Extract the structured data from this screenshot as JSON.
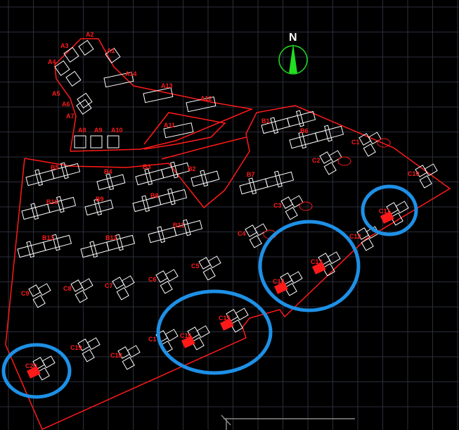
{
  "drawing": {
    "north_label": "N",
    "colors": {
      "background": "#000000",
      "grid": "#2b2e3c",
      "boundary": "#ff1a1a",
      "building": "#ffffff",
      "highlight_fill": "#ff1a1a",
      "annotation_circle": "#1e90e6",
      "north_arrow": "#22dd22"
    },
    "zone_a": [
      "A1",
      "A2",
      "A3",
      "A4",
      "A5",
      "A6",
      "A7",
      "A8",
      "A9",
      "A10",
      "A11",
      "A12",
      "A13",
      "A14"
    ],
    "zone_b": [
      "B1",
      "B2",
      "B3",
      "B4",
      "B5",
      "B6",
      "B7",
      "B8",
      "B9",
      "B10",
      "B11",
      "B12",
      "B13"
    ],
    "zone_c": [
      "C1",
      "C2",
      "C3",
      "C4",
      "C5",
      "C6",
      "C7",
      "C8",
      "C9",
      "C10",
      "C11",
      "C12",
      "C13",
      "C14",
      "C15",
      "C16",
      "C17",
      "C18",
      "C19",
      "C20"
    ],
    "highlighted_buildings": [
      "C11",
      "C13",
      "C14",
      "C15",
      "C16",
      "C20"
    ],
    "red_outline_annex": [
      "C1",
      "C2",
      "C3",
      "C4"
    ]
  }
}
